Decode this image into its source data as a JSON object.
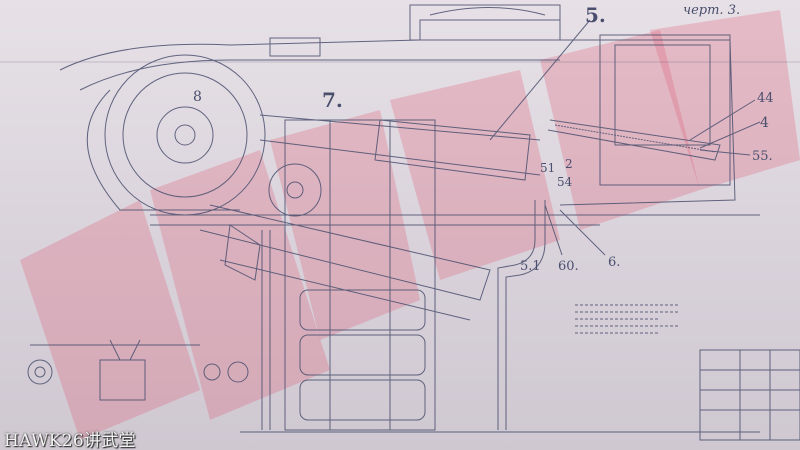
{
  "sheet": {
    "label": "черт. 3."
  },
  "callouts": {
    "c5_top": "5.",
    "c7": "7.",
    "c8": "8",
    "c44": "44",
    "c4": "4",
    "c55": "55.",
    "c51": "51",
    "c54": "54",
    "c2": "2",
    "c60": "60.",
    "c6": "6.",
    "c5_1": "5.1"
  },
  "watermark": {
    "credit": "HAWK26讲武堂"
  },
  "colors": {
    "ink": "#4a4f6e",
    "watermark_red": "#e0506a",
    "paper": "#e2dce2"
  }
}
